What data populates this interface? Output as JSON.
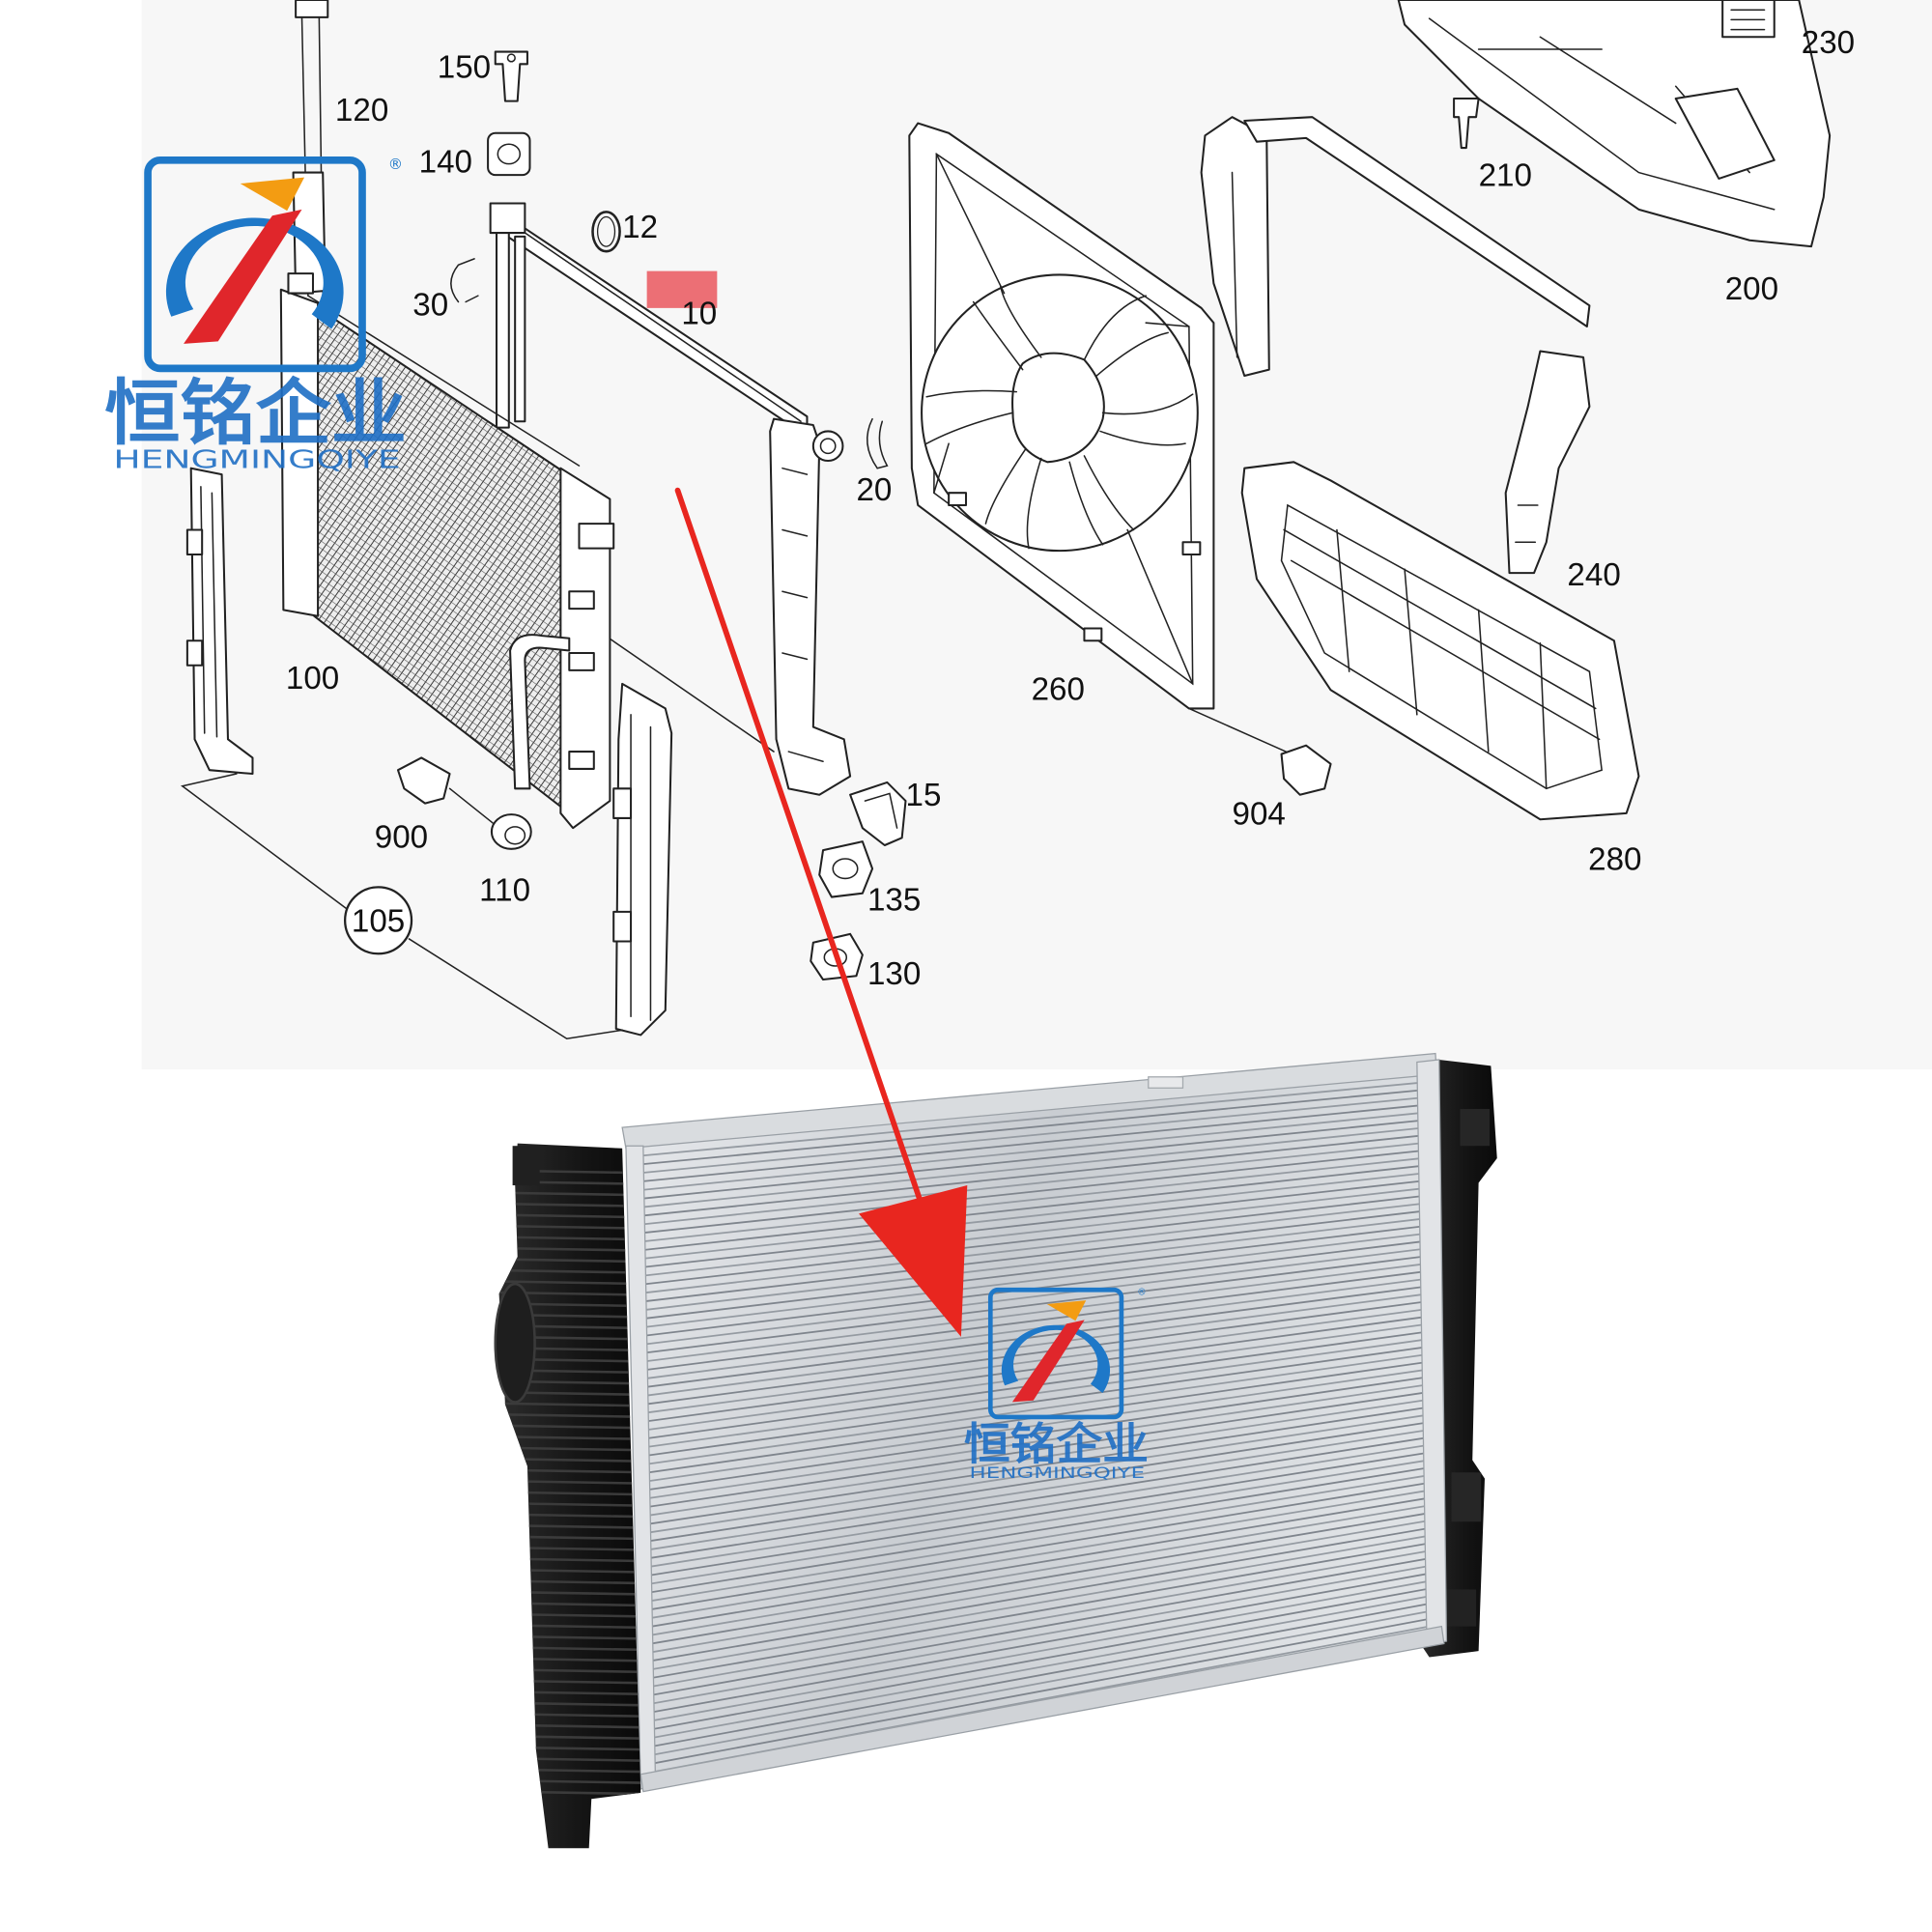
{
  "diagram": {
    "part_labels": [
      "150",
      "120",
      "140",
      "12",
      "30",
      "10",
      "230",
      "210",
      "200",
      "20",
      "240",
      "100",
      "260",
      "15",
      "904",
      "900",
      "280",
      "110",
      "135",
      "105",
      "130"
    ]
  },
  "logo": {
    "brand_cn": "恒铭企业",
    "brand_en": "HENGMINGQIYE",
    "registered_mark": "®",
    "icon": "hengming-logo-icon"
  },
  "colors": {
    "logo_blue": "#1e78c8",
    "logo_red": "#e0262b",
    "logo_orange": "#f39c12",
    "arrow_red": "#e8261f",
    "highlight_red": "#e8414a",
    "radiator_silver": "#cfd2d6",
    "tank_black": "#151515"
  }
}
